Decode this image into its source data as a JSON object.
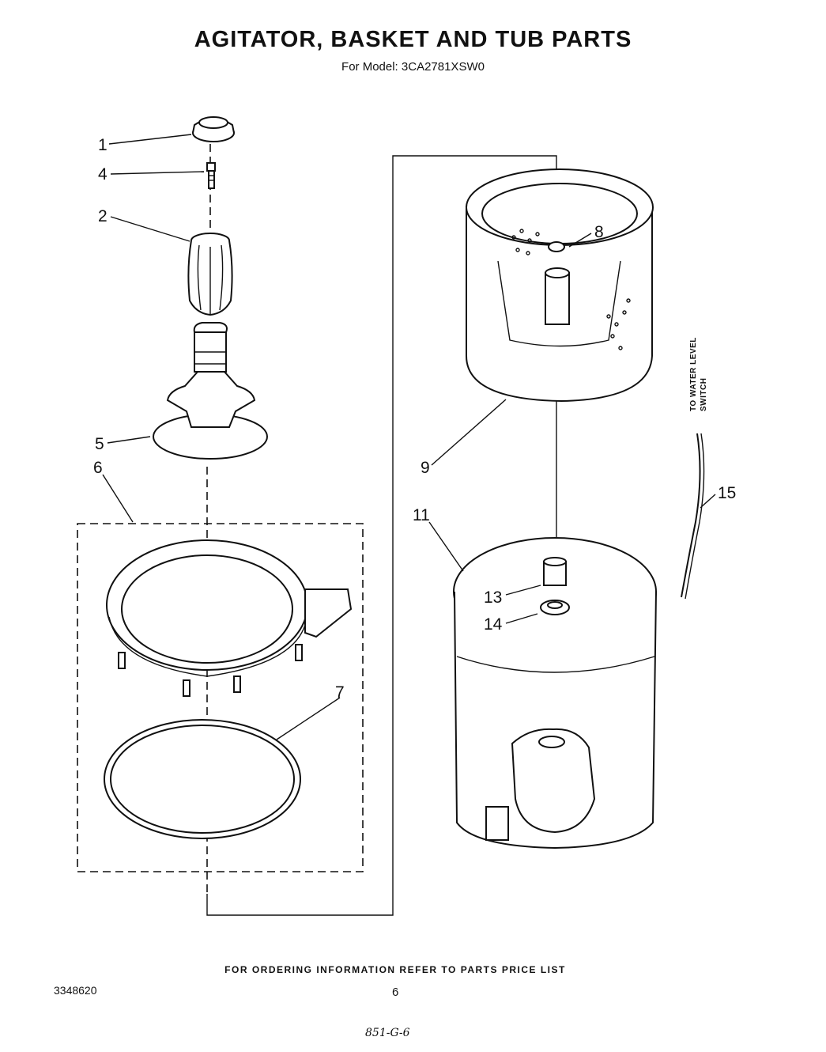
{
  "header": {
    "title": "AGITATOR, BASKET AND TUB PARTS",
    "subtitle": "For Model: 3CA2781XSW0"
  },
  "callouts": {
    "c1": "1",
    "c2": "2",
    "c4": "4",
    "c5": "5",
    "c6": "6",
    "c7": "7",
    "c8": "8",
    "c9": "9",
    "c11": "11",
    "c13": "13",
    "c14": "14",
    "c15": "15"
  },
  "side_label": {
    "line1": "TO WATER LEVEL",
    "line2": "SWITCH"
  },
  "footer": {
    "note": "FOR ORDERING INFORMATION REFER TO PARTS PRICE LIST",
    "doc_number": "3348620",
    "page_number": "6",
    "handwritten": "851-G-6"
  }
}
